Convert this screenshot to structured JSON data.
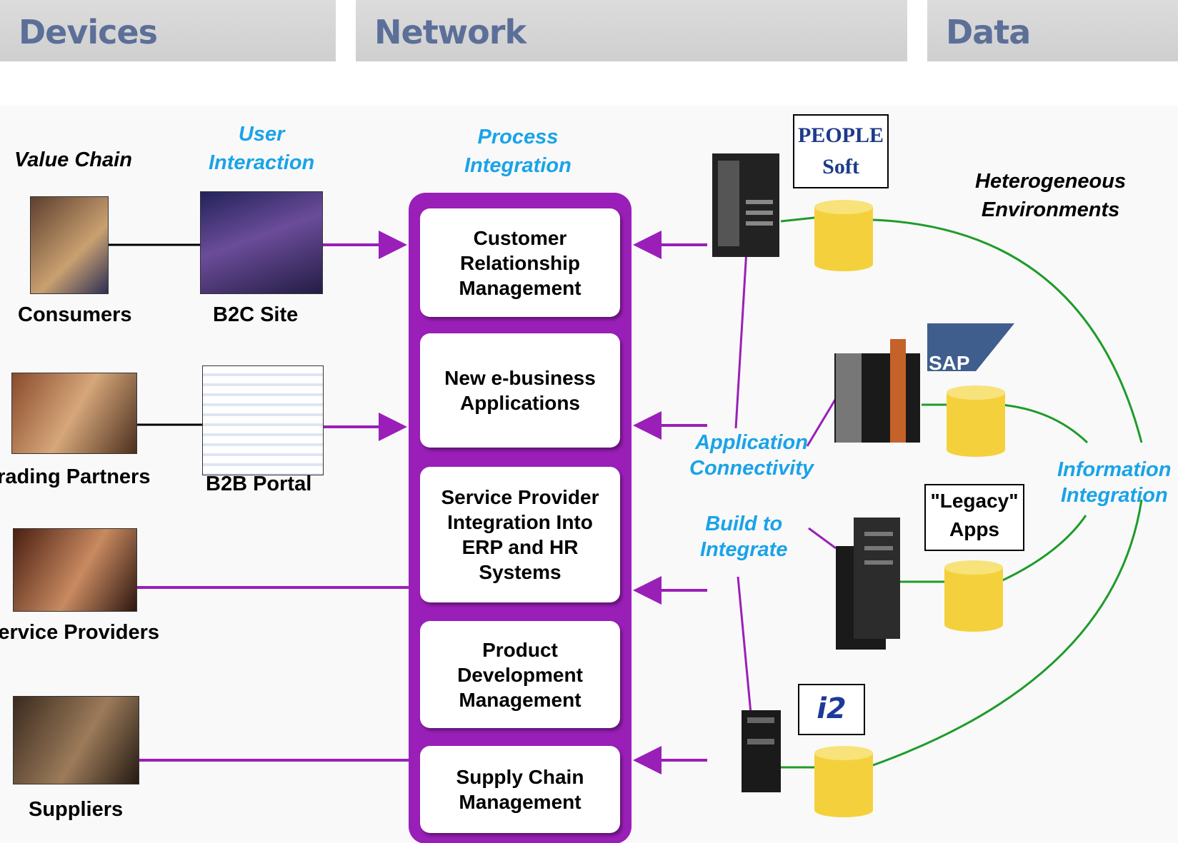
{
  "headers": {
    "devices": "Devices",
    "network": "Network",
    "data": "Data"
  },
  "left": {
    "value_chain": "Value Chain",
    "user_interaction": "User\nInteraction",
    "consumers": "Consumers",
    "b2c_site": "B2C Site",
    "trading_partners": "Trading Partners",
    "b2b_portal": "B2B Portal",
    "service_providers": "Service Providers",
    "suppliers": "Suppliers"
  },
  "center": {
    "process_integration": "Process\nIntegration",
    "boxes": [
      "Customer\nRelationship\nManagement",
      "New e-business\nApplications",
      "Service Provider\nIntegration Into\nERP and HR\nSystems",
      "Product\nDevelopment\nManagement",
      "Supply Chain\nManagement"
    ]
  },
  "right": {
    "heterogeneous": "Heterogeneous\nEnvironments",
    "application_connectivity": "Application\nConnectivity",
    "build_to_integrate": "Build to\nIntegrate",
    "information_integration": "Information\nIntegration",
    "legacy_apps": "\"Legacy\"\nApps",
    "peoplesoft_logo": "PEOPLE Soft",
    "sap_logo": "SAP",
    "i2_logo": "i2"
  },
  "colors": {
    "purple": "#9a1fb8",
    "green": "#1f9b2a",
    "blue_label": "#1aa3e8",
    "header_text": "#5b6f98"
  }
}
